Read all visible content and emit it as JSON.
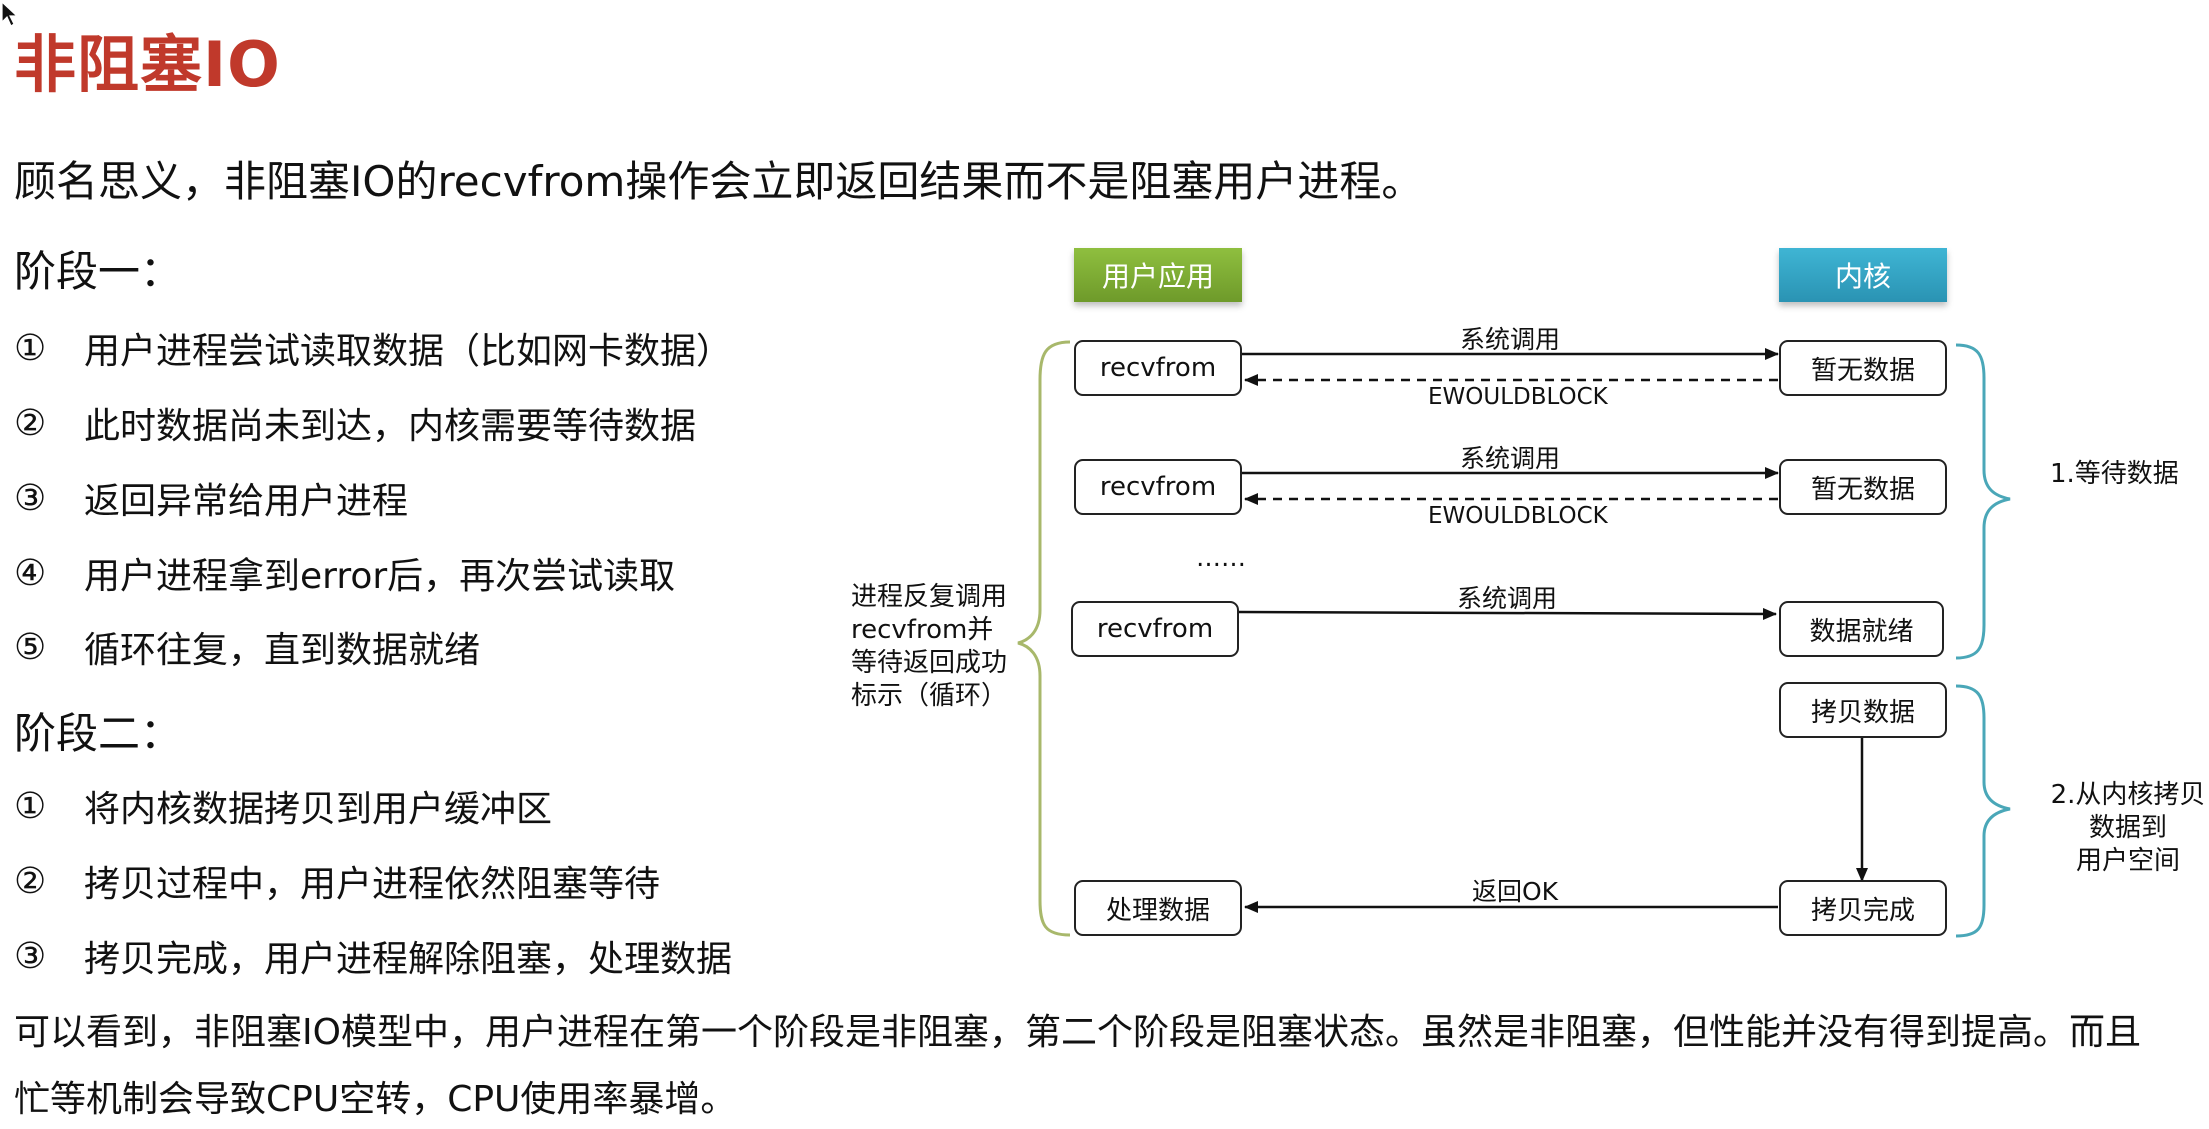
{
  "title": "非阻塞IO",
  "intro": "顾名思义，非阻塞IO的recvfrom操作会立即返回结果而不是阻塞用户进程。",
  "stage1": {
    "heading": "阶段一：",
    "steps": [
      {
        "num": "①",
        "text": "用户进程尝试读取数据（比如网卡数据）"
      },
      {
        "num": "②",
        "text": "此时数据尚未到达，内核需要等待数据"
      },
      {
        "num": "③",
        "text": "返回异常给用户进程"
      },
      {
        "num": "④",
        "text": "用户进程拿到error后，再次尝试读取"
      },
      {
        "num": "⑤",
        "text": "循环往复，直到数据就绪"
      }
    ]
  },
  "stage2": {
    "heading": "阶段二：",
    "steps": [
      {
        "num": "①",
        "text": "将内核数据拷贝到用户缓冲区"
      },
      {
        "num": "②",
        "text": "拷贝过程中，用户进程依然阻塞等待"
      },
      {
        "num": "③",
        "text": "拷贝完成，用户进程解除阻塞，处理数据"
      }
    ]
  },
  "conclusion": {
    "line1": "可以看到，非阻塞IO模型中，用户进程在第一个阶段是非阻塞，第二个阶段是阻塞状态。虽然是非阻塞，但性能并没有得到提高。而且",
    "line2": "忙等机制会导致CPU空转，CPU使用率暴增。"
  },
  "diagram": {
    "header_user": "用户应用",
    "header_kernel": "内核",
    "recv1": "recvfrom",
    "recv2": "recvfrom",
    "recv3": "recvfrom",
    "kernel1": "暂无数据",
    "kernel2": "暂无数据",
    "kernel3": "数据就绪",
    "copy_data": "拷贝数据",
    "copy_done": "拷贝完成",
    "process_data": "处理数据",
    "syscall1": "系统调用",
    "syscall2": "系统调用",
    "syscall3": "系统调用",
    "ewouldblock1": "EWOULDBLOCK",
    "ewouldblock2": "EWOULDBLOCK",
    "ellipsis": "……",
    "return_ok": "返回OK",
    "left_note": [
      "进程反复调用",
      "recvfrom并",
      "等待返回成功",
      "标示（循环）"
    ],
    "phase1_note": "1.等待数据",
    "phase2_note": [
      "2.从内核拷贝",
      "数据到",
      "用户空间"
    ],
    "colors": {
      "user_header": "#7aa832",
      "kernel_header": "#33a5c6",
      "left_brace": "#a8b86b",
      "right_brace": "#4aa7b8",
      "title": "#c0392b"
    }
  }
}
